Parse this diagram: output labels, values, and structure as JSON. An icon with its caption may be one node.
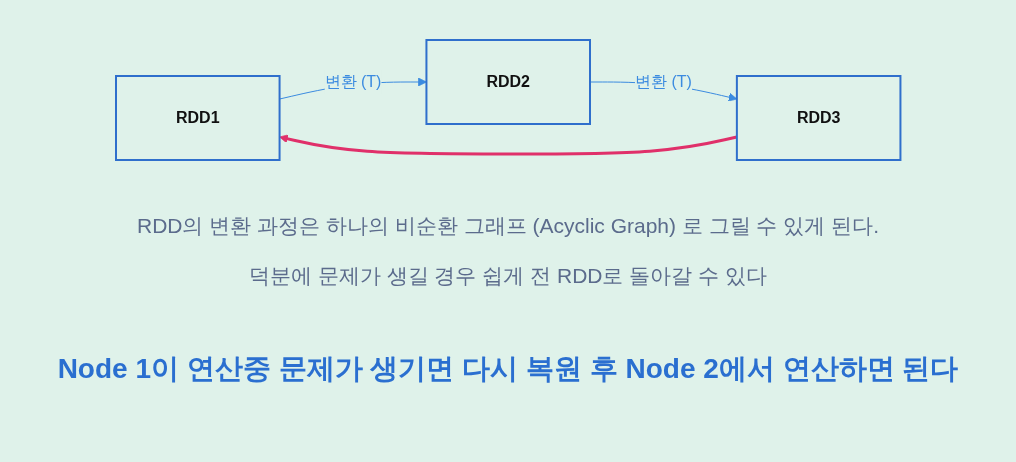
{
  "diagram": {
    "nodes": [
      {
        "text": [
          "RDD1"
        ]
      },
      {
        "text": [
          "RDD2"
        ]
      },
      {
        "text": [
          "RDD3"
        ]
      }
    ],
    "edges": [
      {
        "from": 0,
        "to": 1,
        "arrow": "to",
        "label": "변환 (T)"
      },
      {
        "from": 1,
        "to": 2,
        "arrow": "to",
        "label": "변환 (T)"
      },
      {
        "from": 2,
        "to": 0,
        "arrow": "to",
        "style": "thick",
        "color": "#e0306a"
      }
    ],
    "labels": [
      "RDD의 변환 과정은 하나의 비순환 그래프 (Acyclic Graph) 로 그릴 수 있게 된다.",
      "덕분에 문제가 생길 경우 쉽게 전 RDD로 돌아갈 수 있다",
      "Node 1이 연산중 문제가 생기면 다시 복원 후 Node 2에서 연산하면 된다"
    ]
  }
}
